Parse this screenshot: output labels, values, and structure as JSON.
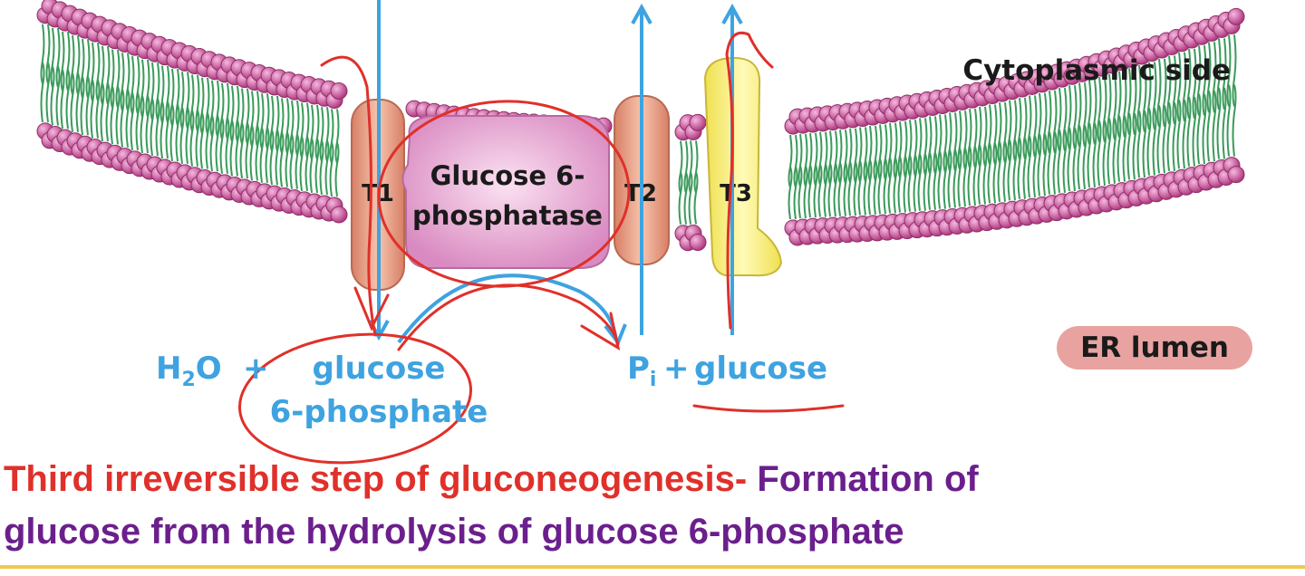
{
  "labels": {
    "cytoplasmic_side": "Cytoplasmic side",
    "er_lumen": "ER lumen",
    "t1": "T1",
    "t2": "T2",
    "t3": "T3",
    "enzyme_line1": "Glucose 6-",
    "enzyme_line2": "phosphatase"
  },
  "reactants": {
    "h2o_h": "H",
    "h2o_sub": "2",
    "h2o_o": "O",
    "plus": "+",
    "g6p_line1": "glucose",
    "g6p_line2": "6-phosphate"
  },
  "products": {
    "pi_p": "P",
    "pi_sub": "i",
    "plus": "+",
    "glucose": "glucose"
  },
  "caption": {
    "red_part": "Third irreversible step of gluconeogenesis- ",
    "purple_part_line1": "Formation of",
    "purple_part_line2": "glucose from the hydrolysis of glucose 6-phosphate"
  },
  "colors": {
    "membrane_head": "#c0468c",
    "membrane_tail": "#3a9a5a",
    "transporter_t1_t2": "#e39b80",
    "transporter_t3": "#f8ee6a",
    "enzyme": "#e7a3cf",
    "arrow_blue": "#3ea3e0",
    "annotation_red": "#e0302a",
    "caption_purple": "#6b1f8c",
    "er_lumen_highlight": "#e8a3a0"
  }
}
